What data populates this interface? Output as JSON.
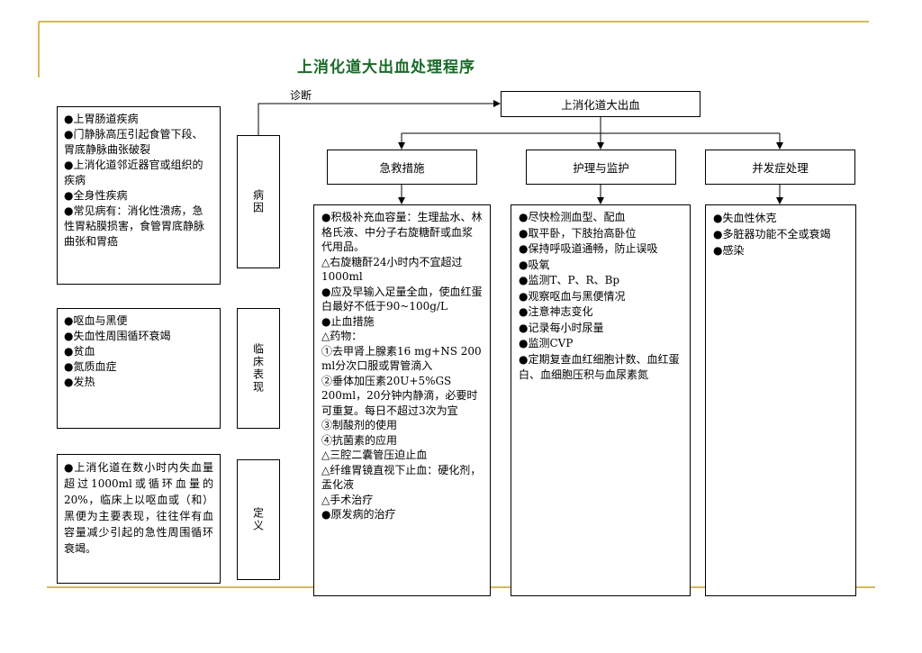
{
  "title": "上消化道大出血处理程序",
  "diagnosis_label": "诊断",
  "top_box": "上消化道大出血",
  "branches": {
    "emergency": "急救措施",
    "care": "护理与监护",
    "complication": "并发症处理"
  },
  "side_labels": {
    "cause": "病因",
    "clinical": "临床表现",
    "definition": "定义"
  },
  "cause_items": [
    "●上胃肠道疾病",
    "●门静脉高压引起食管下段、胃底静脉曲张破裂",
    "●上消化道邻近器官或组织的疾病",
    "●全身性疾病",
    "●常见病有：消化性溃疡，急性胃粘膜损害，食管胃底静脉曲张和胃癌"
  ],
  "clinical_items": [
    "●呕血与黑便",
    "●失血性周围循环衰竭",
    "●贫血",
    "●氮质血症",
    "●发热"
  ],
  "definition_text": "●上消化道在数小时内失血量超过1000ml或循环血量的20%，临床上以呕血或（和）黑便为主要表现，往往伴有血容量减少引起的急性周围循环衰竭。",
  "emergency_items": [
    "●积极补充血容量：生理盐水、林格氏液、中分子右旋糖酐或血浆代用品。",
    "△右旋糖酐24小时内不宜超过1000ml",
    "●应及早输入足量全血，使血红蛋白最好不低于90~100g/L",
    "●止血措施",
    "△药物：",
    "①去甲肾上腺素16 mg+NS 200 ml分次口服或胃管滴入",
    "②垂体加压素20U+5%GS 200ml，20分钟内静滴，必要时可重复。每日不超过3次为宜",
    "③制酸剂的使用",
    "④抗菌素的应用",
    "△三腔二囊管压迫止血",
    "△纤维胃镜直视下止血：硬化剂，盂化液",
    "△手术治疗",
    "●原发病的治疗"
  ],
  "care_items": [
    "●尽快检测血型、配血",
    "●取平卧，下肢抬高卧位",
    "●保持呼吸道通畅，防止误吸",
    "●吸氧",
    "●监测T、P、R、Bp",
    "●观察呕血与黑便情况",
    "●注意神志变化",
    "●记录每小时尿量",
    "●监测CVP",
    "●定期复查血红细胞计数、血红蛋白、血细胞压积与血尿素氮"
  ],
  "complication_items": [
    "●失血性休克",
    "●多脏器功能不全或衰竭",
    "●感染"
  ],
  "colors": {
    "title": "#1a6b2a",
    "accent_line": "#c9a227"
  }
}
